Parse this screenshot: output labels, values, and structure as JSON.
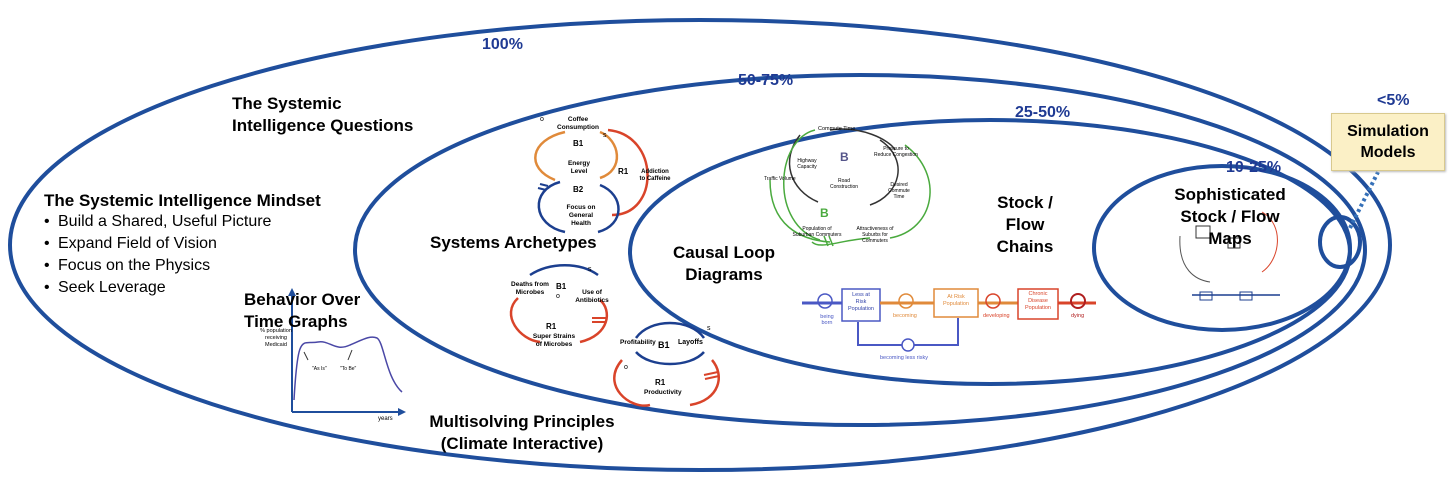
{
  "percentages": {
    "p100": "100%",
    "p50_75": "50-75%",
    "p25_50": "25-50%",
    "p10_25": "10-25%",
    "p5": "<5%"
  },
  "questions": {
    "line1": "The Systemic",
    "line2": "Intelligence Questions"
  },
  "mindset": {
    "title": "The Systemic Intelligence Mindset",
    "items": [
      "Build a Shared, Useful Picture",
      "Expand Field of Vision",
      "Focus on the Physics",
      "Seek Leverage"
    ]
  },
  "bot": {
    "line1": "Behavior Over",
    "line2": "Time Graphs",
    "y_label": [
      "% population",
      "receiving",
      "Medicaid"
    ],
    "as_is": "\"As Is\"",
    "to_be": "\"To Be\"",
    "x_label": "years"
  },
  "archetypes": {
    "label": "Systems Archetypes",
    "coffee": {
      "consumption": [
        "Coffee",
        "Consumption"
      ],
      "b1": "B1",
      "b2": "B2",
      "r1": "R1",
      "energy": [
        "Energy",
        "Level"
      ],
      "addiction": [
        "Addiction",
        "to Caffeine"
      ],
      "health": [
        "Focus on",
        "General",
        "Health"
      ],
      "o": "o",
      "s": "s"
    },
    "microbes": {
      "deaths": [
        "Deaths from",
        "Microbes"
      ],
      "b1": "B1",
      "antibiotics": [
        "Use of",
        "Antibiotics"
      ],
      "r1": "R1",
      "strains": [
        "Super Strains",
        "of Microbes"
      ],
      "o": "o",
      "s": "s"
    },
    "layoffs": {
      "profitability": "Profitability",
      "b1": "B1",
      "layoffs": "Layoffs",
      "r1": "R1",
      "productivity": "Productivity",
      "o": "o",
      "s": "s"
    }
  },
  "multisolving": {
    "line1": "Multisolving Principles",
    "line2": "(Climate Interactive)"
  },
  "cld": {
    "label_line1": "Causal Loop",
    "label_line2": "Diagrams",
    "commute_time": "Commute Time",
    "pressure": [
      "Pressure to",
      "Reduce Congestion"
    ],
    "highway": [
      "Highway",
      "Capacity"
    ],
    "b_top": "B",
    "road": [
      "Road",
      "Construction"
    ],
    "desired": [
      "Desired",
      "Commute",
      "Time"
    ],
    "traffic": "Traffic Volume",
    "b_bottom": "B",
    "population": [
      "Population of",
      "Suburban Commuters"
    ],
    "attractiveness": [
      "Attractiveness of",
      "Suburbs for",
      "Commuters"
    ]
  },
  "stock_flow": {
    "label_line1": "Stock /",
    "label_line2": "Flow",
    "label_line3": "Chains",
    "being_born": [
      "being",
      "born"
    ],
    "less_at_risk": [
      "Less at",
      "Risk",
      "Population"
    ],
    "becoming": "becoming",
    "at_risk": [
      "At Risk",
      "Population"
    ],
    "developing": "developing",
    "chronic": [
      "Chronic",
      "Disease",
      "Population"
    ],
    "dying": "dying",
    "becoming_less": "becoming less risky"
  },
  "sophisticated": {
    "line1": "Sophisticated",
    "line2": "Stock / Flow",
    "line3": "Maps"
  },
  "simulation": {
    "line1": "Simulation",
    "line2": "Models"
  },
  "colors": {
    "ellipse": "#1f4e9c",
    "pct": "#1f3a93",
    "orange": "#e08a3a",
    "red": "#d9442a",
    "navy": "#1c3f8f",
    "green": "#4aaa3e",
    "sim_fill": "#fbf0c6"
  }
}
